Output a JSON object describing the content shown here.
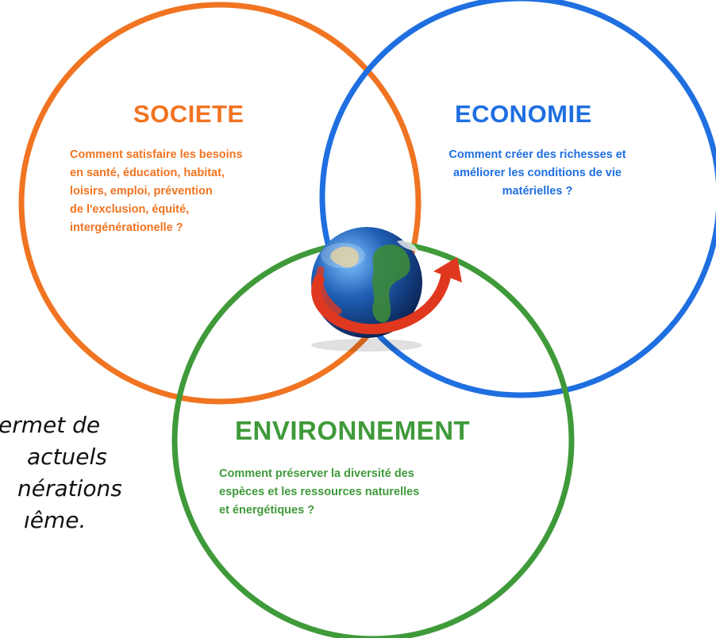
{
  "colors": {
    "societe": "#f07421",
    "economie": "#1f6fe0",
    "environnement": "#3f9a3a",
    "arrow": "#e0381f"
  },
  "globe_icon": "globe-icon",
  "arrow_icon": "circular-arrow-icon",
  "societe": {
    "title": "SOCIETE",
    "lines": [
      "Comment satisfaire les besoins",
      "en santé, éducation, habitat,",
      "loisirs, emploi, prévention",
      "de l'exclusion, équité,",
      "intergénérationelle ?"
    ]
  },
  "economie": {
    "title": "ECONOMIE",
    "lines": [
      "Comment créer des richesses et",
      "améliorer les conditions de vie",
      "matérielles ?"
    ]
  },
  "environnement": {
    "title": "ENVIRONNEMENT",
    "lines": [
      "Comment préserver la diversité des",
      "espèces et les ressources naturelles",
      "et énergétiques ?"
    ]
  },
  "side_text": {
    "lines": [
      "ermet de",
      "actuels",
      "nérations",
      "ıême."
    ]
  }
}
